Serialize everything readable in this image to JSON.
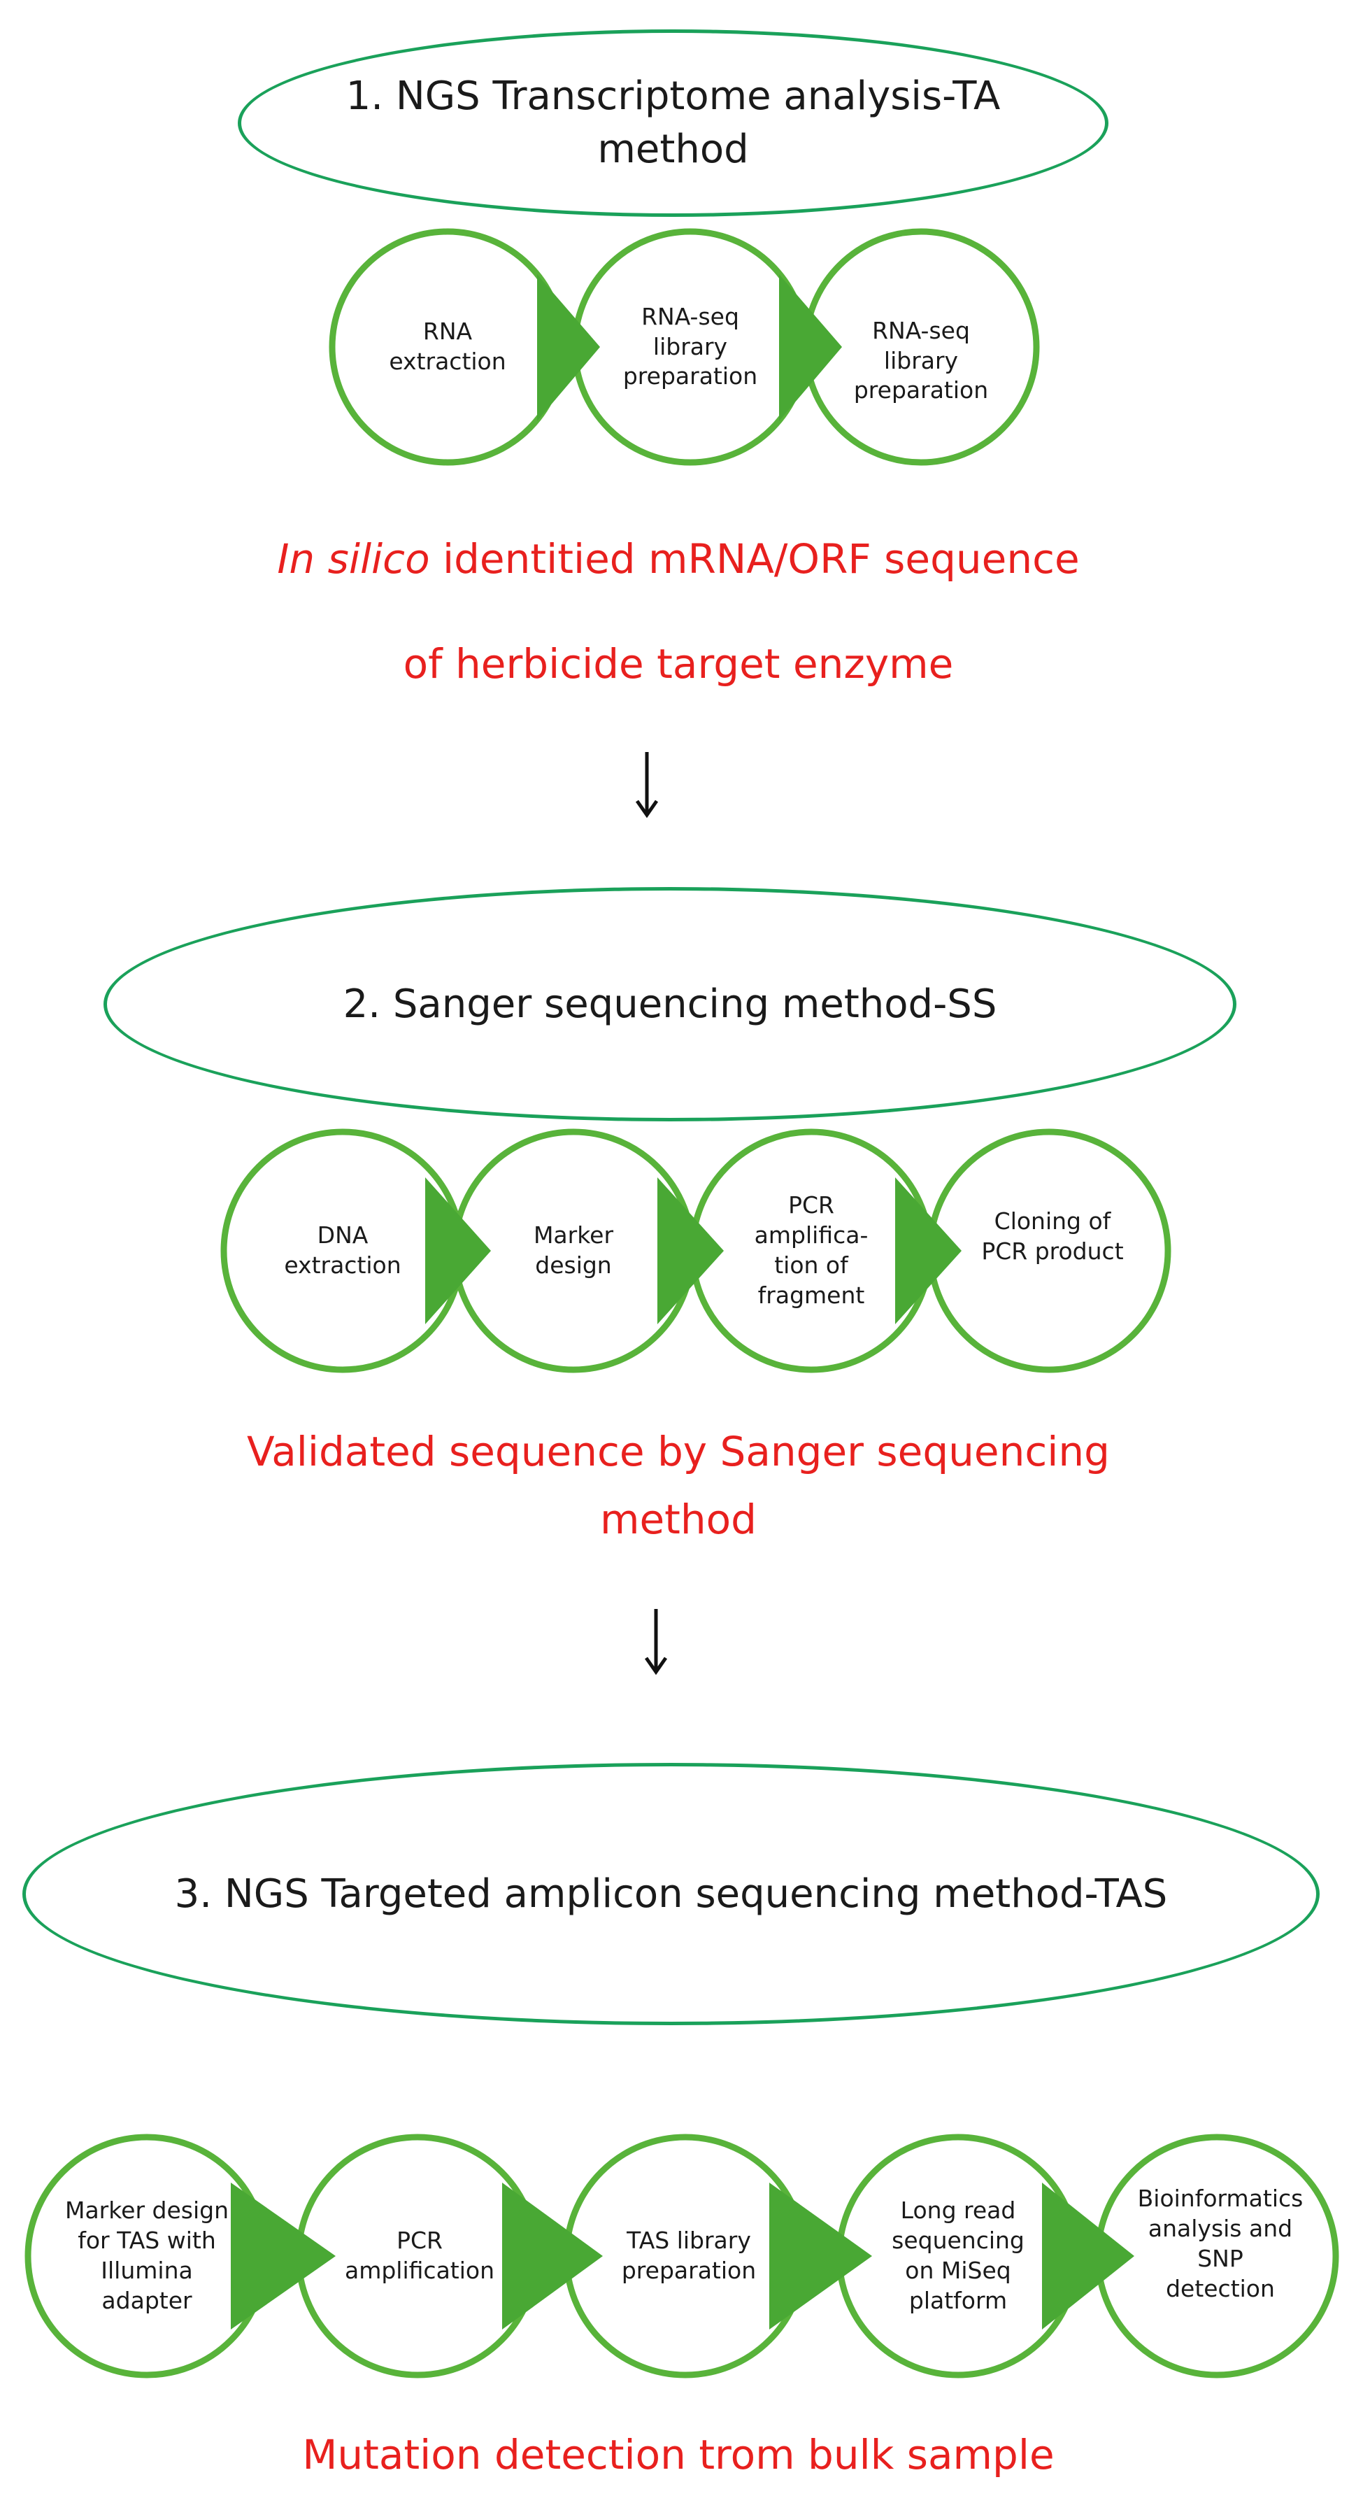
{
  "colors": {
    "green": "#1aa15a",
    "step_green": "#58b33a",
    "red": "#e8201e",
    "text": "#1a1a1a"
  },
  "section1": {
    "title_line1": "1. NGS Transcriptome analysis-TA",
    "title_line2": "method",
    "steps": [
      {
        "l1": "RNA",
        "l2": "extraction",
        "l3": ""
      },
      {
        "l1": "RNA-seq",
        "l2": "library",
        "l3": "preparation"
      },
      {
        "l1": "RNA-seq",
        "l2": "library",
        "l3": "preparation"
      }
    ],
    "result_italic": "In silico",
    "result_line1_rest": " identitied mRNA/ORF sequence",
    "result_line2": "of herbicide target enzyme"
  },
  "section2": {
    "title": "2. Sanger sequencing method-SS",
    "steps": [
      {
        "l1": "DNA",
        "l2": "extraction",
        "l3": "",
        "l4": ""
      },
      {
        "l1": "Marker",
        "l2": "design",
        "l3": "",
        "l4": ""
      },
      {
        "l1": "PCR",
        "l2": "amplifica-",
        "l3": "tion of",
        "l4": "fragment"
      },
      {
        "l1": "Cloning of",
        "l2": "PCR product",
        "l3": "",
        "l4": ""
      }
    ],
    "result_line1": "Validated sequence by Sanger sequencing",
    "result_line2": "method"
  },
  "section3": {
    "title": "3. NGS Targeted amplicon sequencing method-TAS",
    "steps": [
      {
        "l1": "Marker design",
        "l2": "for TAS with",
        "l3": "Illumina",
        "l4": "adapter"
      },
      {
        "l1": "PCR",
        "l2": "amplification",
        "l3": "",
        "l4": ""
      },
      {
        "l1": "TAS library",
        "l2": "preparation",
        "l3": "",
        "l4": ""
      },
      {
        "l1": "Long read",
        "l2": "sequencing",
        "l3": "on MiSeq",
        "l4": "platform"
      },
      {
        "l1": "Bioinformatics",
        "l2": "analysis and",
        "l3": "SNP",
        "l4": "detection"
      }
    ],
    "result": "Mutation detection trom bulk sample"
  }
}
